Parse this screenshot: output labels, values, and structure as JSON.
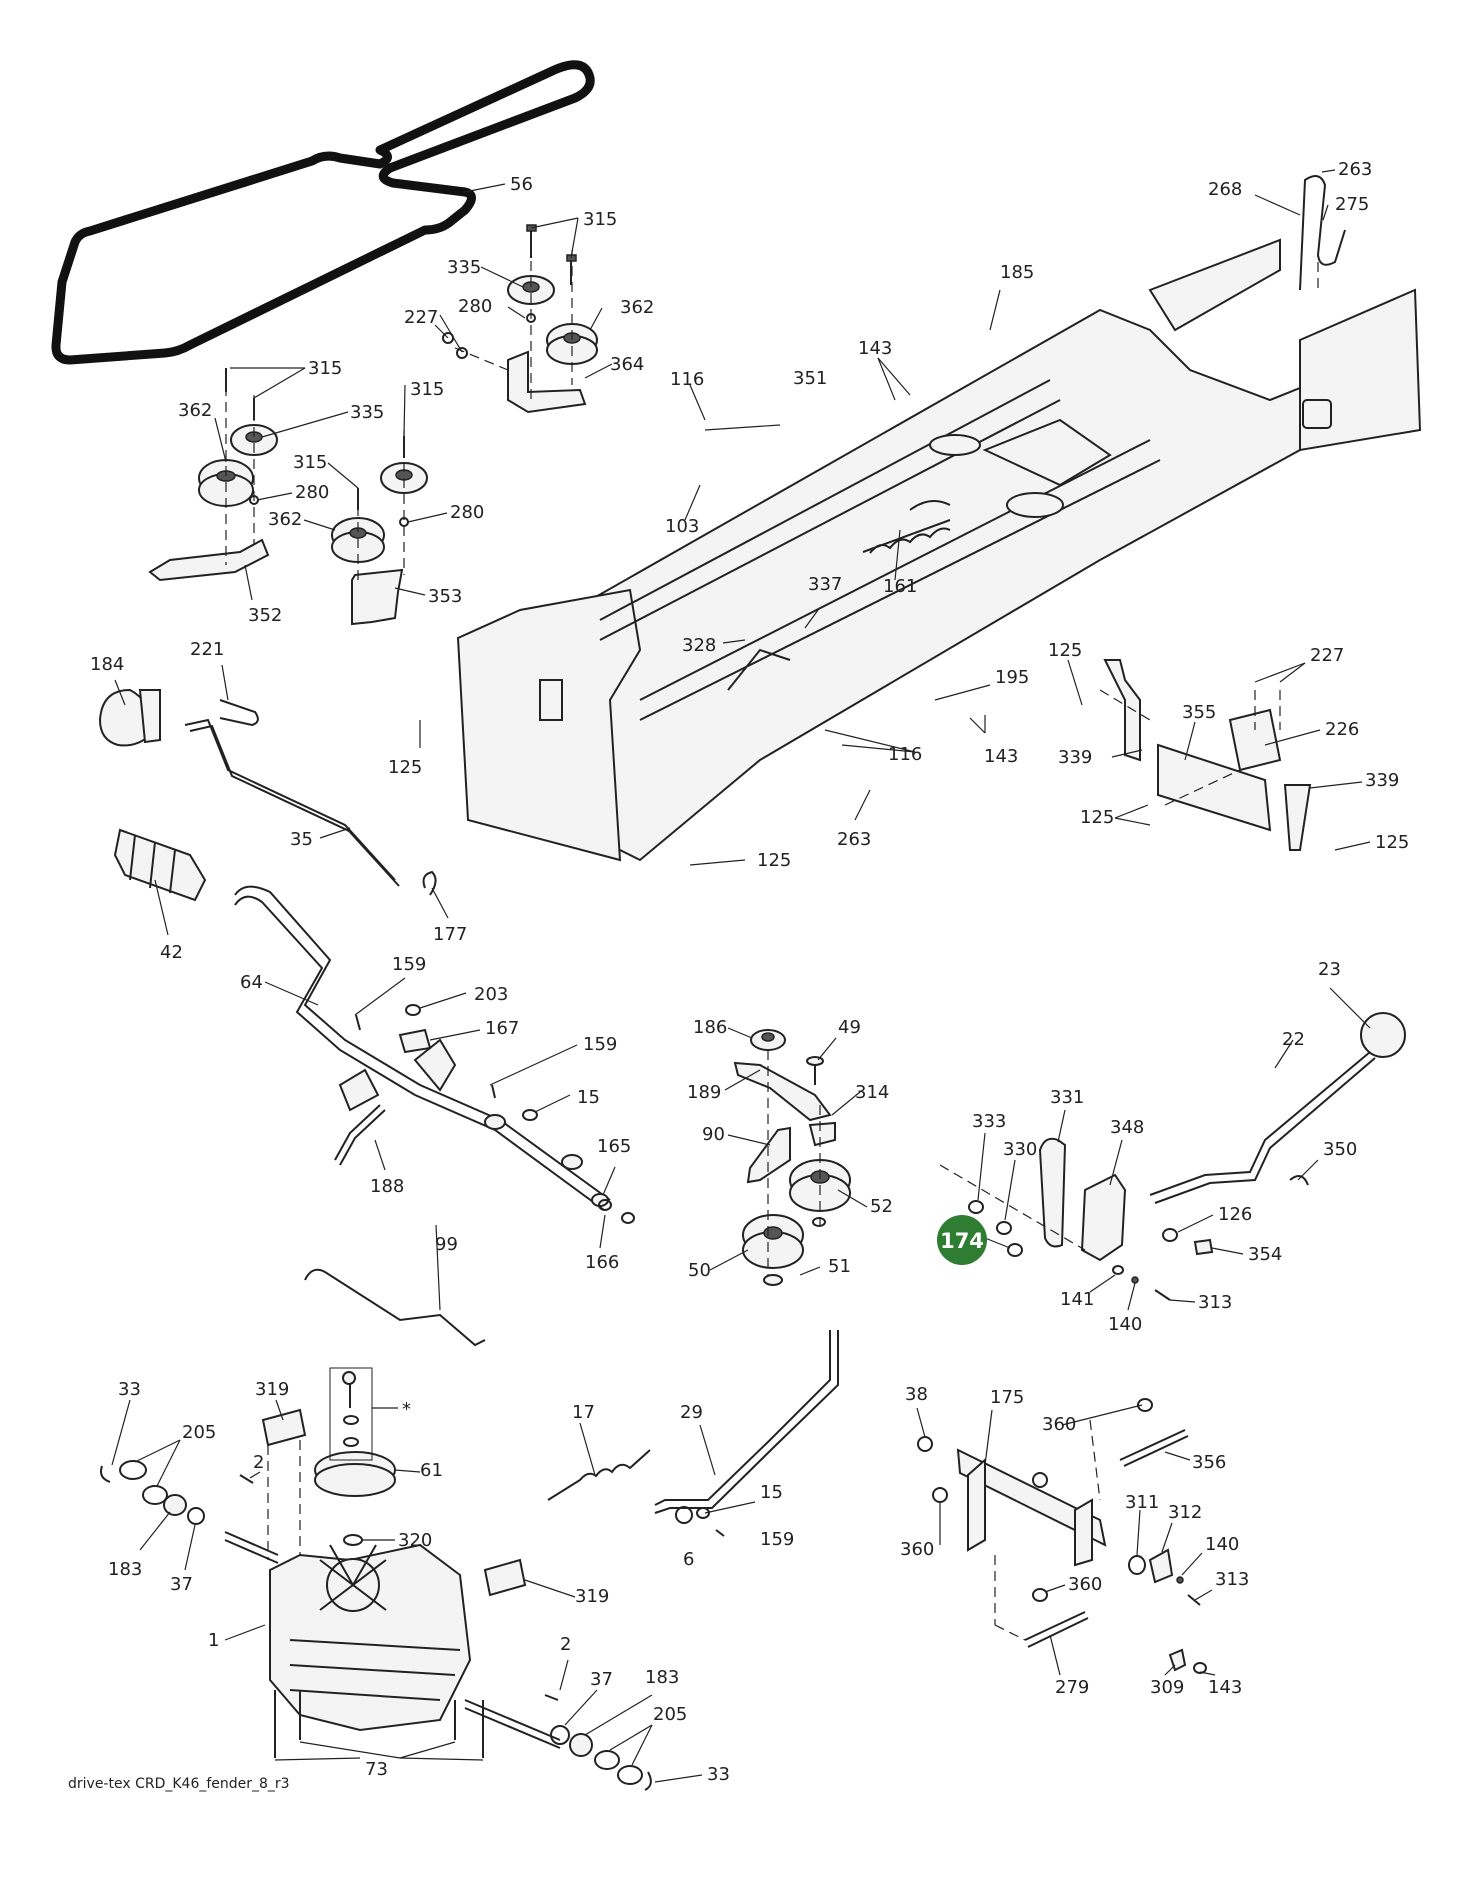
{
  "footer_text": "drive-tex CRD_K46_fender_8_r3",
  "highlight": {
    "label": "174",
    "color": "#2e7d32"
  },
  "callouts": [
    "56",
    "315",
    "335",
    "280",
    "362",
    "227",
    "364",
    "362",
    "315",
    "335",
    "315",
    "280",
    "315",
    "362",
    "280",
    "352",
    "353",
    "185",
    "143",
    "116",
    "351",
    "103",
    "268",
    "263",
    "275",
    "161",
    "337",
    "328",
    "195",
    "143",
    "116",
    "263",
    "125",
    "125",
    "227",
    "355",
    "226",
    "339",
    "339",
    "125",
    "125",
    "184",
    "221",
    "125",
    "35",
    "177",
    "42",
    "64",
    "159",
    "203",
    "167",
    "159",
    "15",
    "188",
    "165",
    "166",
    "186",
    "49",
    "189",
    "314",
    "90",
    "52",
    "50",
    "51",
    "23",
    "22",
    "331",
    "333",
    "330",
    "348",
    "350",
    "126",
    "354",
    "141",
    "140",
    "313",
    "99",
    "33",
    "319",
    "*",
    "205",
    "2",
    "61",
    "183",
    "37",
    "320",
    "1",
    "319",
    "17",
    "29",
    "15",
    "159",
    "6",
    "2",
    "37",
    "183",
    "205",
    "33",
    "73",
    "38",
    "175",
    "360",
    "356",
    "360",
    "311",
    "312",
    "140",
    "313",
    "360",
    "279",
    "309",
    "143"
  ]
}
